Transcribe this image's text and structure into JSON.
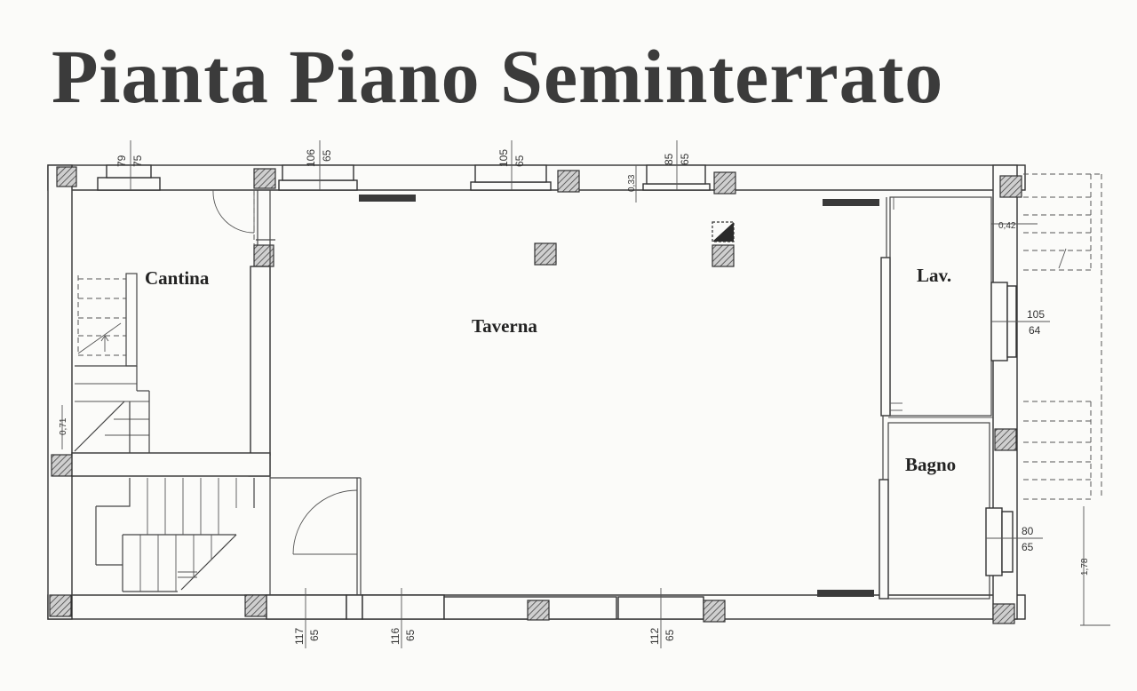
{
  "title": "Pianta Piano Seminterrato",
  "rooms": {
    "cantina": "Cantina",
    "taverna": "Taverna",
    "lav": "Lav.",
    "bagno": "Bagno"
  },
  "window_dims": {
    "top_1": {
      "width": "79",
      "height": "75"
    },
    "top_2": {
      "width": "106",
      "height": "65"
    },
    "top_3": {
      "width": "105",
      "height": "65"
    },
    "top_4": {
      "width": "85",
      "height": "65"
    },
    "right_1": {
      "width": "105",
      "height": "64"
    },
    "right_2": {
      "width": "80",
      "height": "65"
    },
    "bottom_1": {
      "width": "117",
      "height": "65"
    },
    "bottom_2": {
      "width": "116",
      "height": "65"
    },
    "bottom_3": {
      "width": "112",
      "height": "65"
    }
  },
  "levels": {
    "top_sill": "0,33",
    "right_steps": "0,42",
    "left_wall": "0,71",
    "right_ext": "1,78"
  }
}
